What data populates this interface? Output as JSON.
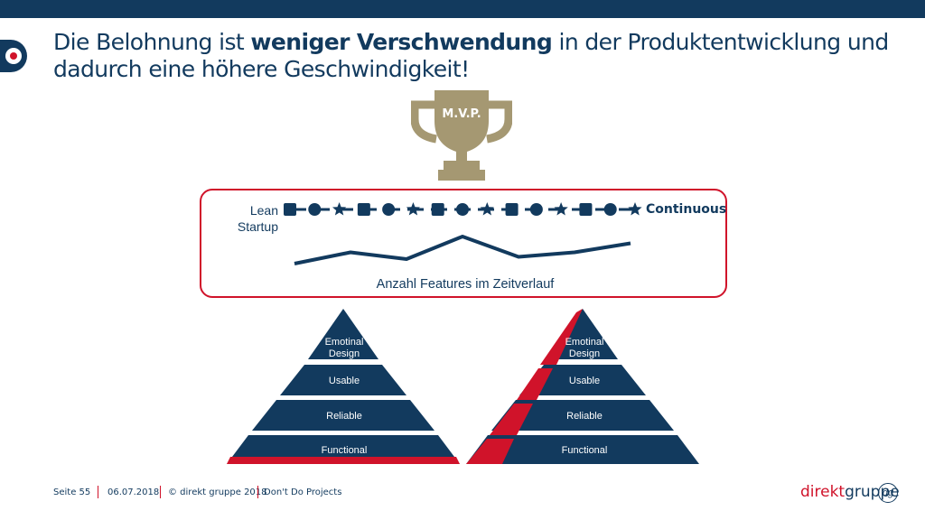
{
  "title": {
    "part1": "Die Belohnung ist ",
    "bold": "weniger Verschwendung",
    "part2": " in der Produktentwicklung und dadurch eine höhere Geschwindigkeit!"
  },
  "trophy": {
    "label": "M.V.P."
  },
  "timeline": {
    "left_label": "Lean Startup",
    "right_label": "Continuous",
    "caption": "Anzahl Features im Zeitverlauf",
    "symbols": [
      "square",
      "circle",
      "star",
      "square",
      "circle",
      "star",
      "square",
      "circle",
      "star",
      "square",
      "circle",
      "star",
      "square",
      "circle",
      "star"
    ],
    "trend": [
      2,
      4.5,
      3,
      8,
      3.5,
      4.5,
      6.5
    ]
  },
  "pyramid_left": {
    "layers": [
      "Emotinal Design",
      "Usable",
      "Reliable",
      "Functional"
    ],
    "highlight": "bottom"
  },
  "pyramid_right": {
    "layers": [
      "Emotinal Design",
      "Usable",
      "Reliable",
      "Functional"
    ],
    "highlight": "left-edge"
  },
  "footer": {
    "page": "Seite  55",
    "date": "06.07.2018",
    "copyright": "© direkt gruppe 2018",
    "project": "Don't Do Projects"
  },
  "brand": {
    "part1": "direkt",
    "part2": "gruppe",
    "mark": "dg"
  },
  "colors": {
    "navy": "#123a5e",
    "red": "#d0132a",
    "gold": "#a59872"
  }
}
